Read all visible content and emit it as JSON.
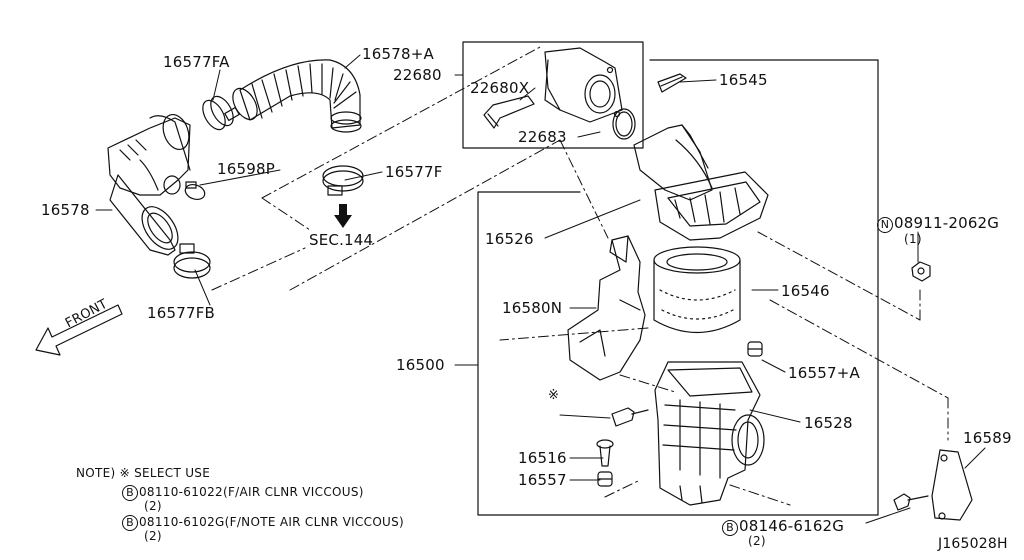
{
  "parts": {
    "p16577FA": "16577FA",
    "p16578A": "16578+A",
    "p22680": "22680",
    "p22680X": "22680X",
    "p22683": "22683",
    "p16545": "16545",
    "p16598P": "16598P",
    "p16577F": "16577F",
    "sec144": "SEC.144",
    "p16578": "16578",
    "p16577FB": "16577FB",
    "p16526": "16526",
    "p16546": "16546",
    "p16580N": "16580N",
    "p16500": "16500",
    "p16557A": "16557+A",
    "p16528": "16528",
    "p16516": "16516",
    "p16557": "16557",
    "p16589": "16589",
    "front": "FRONT"
  },
  "fasteners": {
    "nut_symbol": "N",
    "nut_part": "08911-2062G",
    "nut_qty": "(1)",
    "bolt_symbol": "B",
    "bolt_part": "08146-6162G",
    "bolt_qty": "(2)",
    "select_mark": "※"
  },
  "notes": {
    "note_line": "NOTE) ※ SELECT USE",
    "opt1_symbol": "B",
    "opt1_text": "08110-61022(F/AIR CLNR VICCOUS)",
    "opt1_qty": "(2)",
    "opt2_symbol": "B",
    "opt2_text": "08110-6102G(F/NOTE AIR CLNR VICCOUS)",
    "opt2_qty": "(2)"
  },
  "diagram_code": "J165028H"
}
